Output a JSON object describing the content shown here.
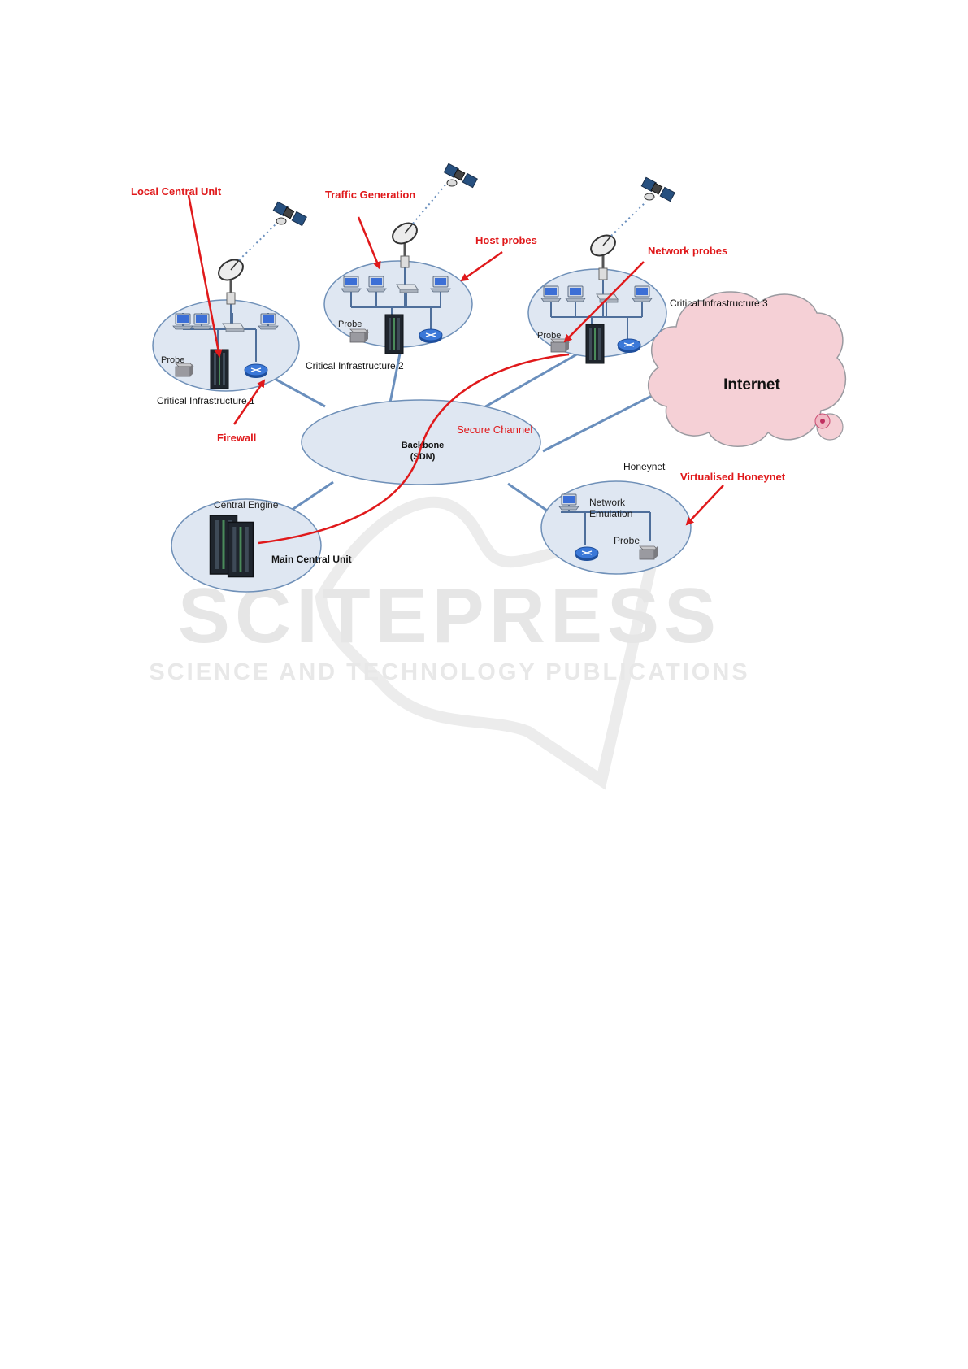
{
  "colors": {
    "background": "#ffffff",
    "zone_fill": "#dfe7f2",
    "zone_stroke": "#6f90b8",
    "link": "#6a8fbd",
    "annotation_red": "#e0191b",
    "internet_fill": "#f5d0d6",
    "internet_stroke": "#9a9aa0",
    "watermark": "#e6e6e6"
  },
  "annotations": {
    "local_central_unit": "Local Central Unit",
    "traffic_generation": "Traffic Generation",
    "host_probes": "Host probes",
    "network_probes": "Network probes",
    "firewall": "Firewall",
    "virtualised_honeynet": "Virtualised Honeynet",
    "secure_channel": "Secure Channel"
  },
  "zones": {
    "ci1": {
      "title": "Critical Infrastructure  1",
      "probe": "Probe"
    },
    "ci2": {
      "title": "Critical Infrastructure  2",
      "probe": "Probe"
    },
    "ci3": {
      "title": "Critical Infrastructure  3",
      "probe": "Probe"
    },
    "honeynet": {
      "title": "Honeynet",
      "emulation_line1": "Network",
      "emulation_line2": "Emulation",
      "probe": "Probe"
    },
    "main": {
      "engine": "Central Engine",
      "title": "Main Central Unit"
    }
  },
  "backbone": {
    "line1": "Backbone",
    "line2": "(SDN)"
  },
  "internet": {
    "label": "Internet"
  },
  "watermark": {
    "line1": "SCITEPRESS",
    "line2": "SCIENCE AND TECHNOLOGY PUBLICATIONS"
  },
  "icons": {
    "satellite": "satellite-icon",
    "dish": "satellite-dish-icon",
    "pc": "workstation-icon",
    "server": "server-rack-icon",
    "router": "router-icon",
    "hub": "switch-icon",
    "probe": "probe-device-icon"
  }
}
